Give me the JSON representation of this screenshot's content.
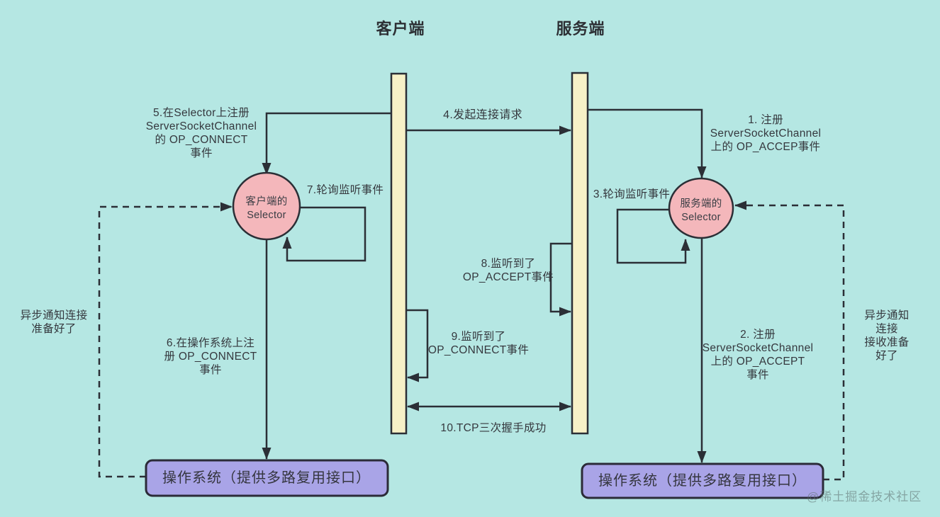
{
  "headers": {
    "client": "客户端",
    "server": "服务端"
  },
  "selectors": {
    "client": "客户端的\nSelector",
    "server": "服务端的\nSelector"
  },
  "os_boxes": {
    "left": "操作系统（提供多路复用接口）",
    "right": "操作系统（提供多路复用接口）"
  },
  "steps": {
    "s1": "1. 注册\nServerSocketChannel\n上的 OP_ACCEP事件",
    "s2": "2. 注册\nServerSocketChannel\n上的 OP_ACCEPT\n事件",
    "s3": "3.轮询监听事件",
    "s4": "4.发起连接请求",
    "s5": "5.在Selector上注册\nServerSocketChannel\n的 OP_CONNECT\n事件",
    "s6": "6.在操作系统上注\n册  OP_CONNECT\n事件",
    "s7": "7.轮询监听事件",
    "s8": "8.监听到了\nOP_ACCEPT事件",
    "s9": "9.监听到了\nOP_CONNECT事件",
    "s10": "10.TCP三次握手成功"
  },
  "async_notes": {
    "left": "异步通知连接\n准备好了",
    "right": "异步通知连接\n接收准备好了"
  },
  "watermark": "@稀土掘金技术社区",
  "colors": {
    "background": "#b5e7e3",
    "lifeline_fill": "#f7f1c7",
    "selector_fill": "#f4b7bb",
    "os_box_fill": "#a9a4e7",
    "stroke": "#2b2f36",
    "text": "#35383e"
  }
}
